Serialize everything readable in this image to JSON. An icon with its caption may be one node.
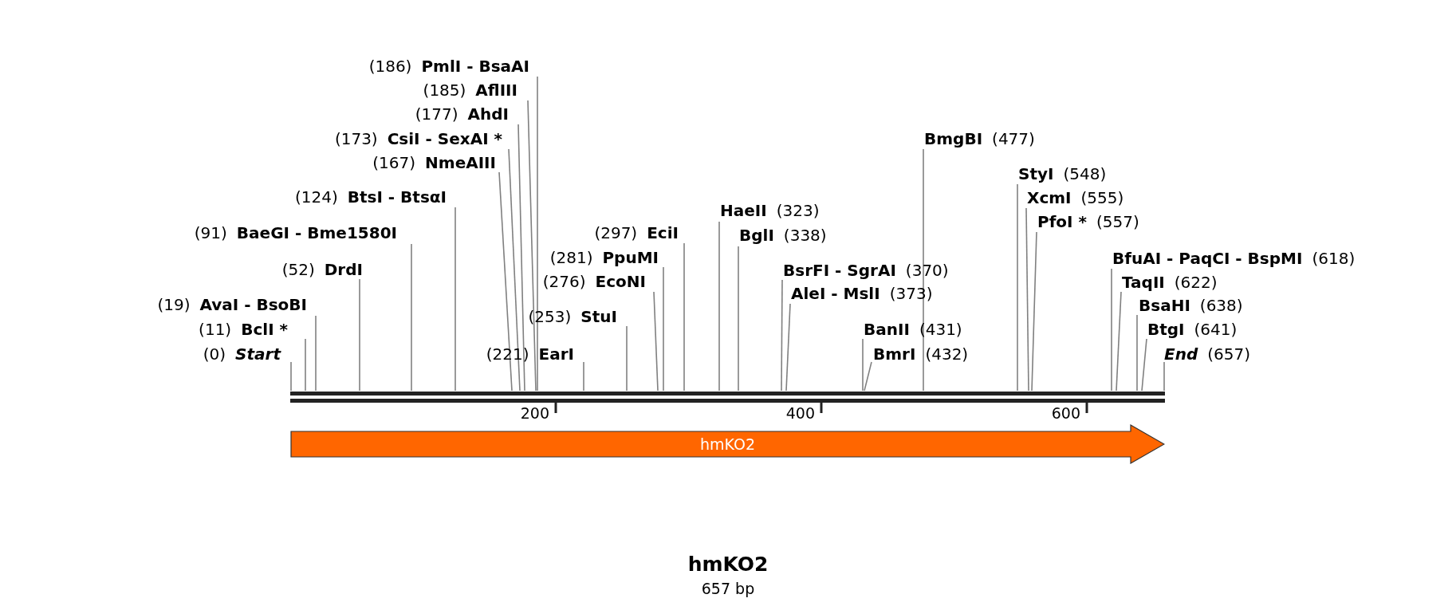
{
  "diagram": {
    "title": "hmKO2",
    "caption": "657 bp",
    "nodes": [
      {
        "text": [
          "(186)",
          "PmlI - BsaAI"
        ]
      },
      {
        "text": [
          "(185)",
          "AflIII"
        ]
      },
      {
        "text": [
          "(177)",
          "AhdI"
        ]
      },
      {
        "text": [
          "(173)",
          "CsiI - SexAI *"
        ]
      },
      {
        "text": [
          "(167)",
          "NmeAIII"
        ]
      },
      {
        "text": [
          "(124)",
          "BtsI - BtsαI"
        ]
      },
      {
        "text": [
          "(91)",
          "BaeGI - Bme1580I"
        ]
      },
      {
        "text": [
          "(52)",
          "DrdI"
        ]
      },
      {
        "text": [
          "(19)",
          "AvaI - BsoBI"
        ]
      },
      {
        "text": [
          "(11)",
          "BclI *"
        ]
      },
      {
        "text": [
          "(0)",
          "*Start*"
        ]
      },
      {
        "text": [
          "(297)",
          "EciI"
        ]
      },
      {
        "text": [
          "(281)",
          "PpuMI"
        ]
      },
      {
        "text": [
          "(276)",
          "EcoNI"
        ]
      },
      {
        "text": [
          "(253)",
          "StuI"
        ]
      },
      {
        "text": [
          "(221)",
          "EarI"
        ]
      },
      {
        "text": [
          "HaeII",
          "(323)"
        ]
      },
      {
        "text": [
          "BglI",
          "(338)"
        ]
      },
      {
        "text": [
          "BsrFI - SgrAI",
          "(370)"
        ]
      },
      {
        "text": [
          "AleI - MslI",
          "(373)"
        ]
      },
      {
        "text": [
          "BanII",
          "(431)"
        ]
      },
      {
        "text": [
          "BmrI",
          "(432)"
        ]
      },
      {
        "text": [
          "BmgBI",
          "(477)"
        ]
      },
      {
        "text": [
          "StyI",
          "(548)"
        ]
      },
      {
        "text": [
          "XcmI",
          "(555)"
        ]
      },
      {
        "text": [
          "PfoI *",
          "(557)"
        ]
      },
      {
        "text": [
          "BfuAI - PaqCI - BspMI",
          "(618)"
        ]
      },
      {
        "text": [
          "TaqII",
          "(622)"
        ]
      },
      {
        "text": [
          "BsaHI",
          "(638)"
        ]
      },
      {
        "text": [
          "BtgI",
          "(641)"
        ]
      },
      {
        "text": [
          "*End*",
          "(657)"
        ]
      },
      {
        "text": [],
        "shape": "bar"
      },
      {
        "text": [
          "hmKO2"
        ]
      }
    ],
    "edges": [
      {
        "from": 0,
        "to": 31,
        "arrow": "none"
      },
      {
        "from": 1,
        "to": 31,
        "arrow": "none"
      },
      {
        "from": 2,
        "to": 31,
        "arrow": "none"
      },
      {
        "from": 3,
        "to": 31,
        "arrow": "none"
      },
      {
        "from": 4,
        "to": 31,
        "arrow": "none"
      },
      {
        "from": 5,
        "to": 31,
        "arrow": "none"
      },
      {
        "from": 6,
        "to": 31,
        "arrow": "none"
      },
      {
        "from": 7,
        "to": 31,
        "arrow": "none"
      },
      {
        "from": 8,
        "to": 31,
        "arrow": "none"
      },
      {
        "from": 9,
        "to": 31,
        "arrow": "none"
      },
      {
        "from": 10,
        "to": 31,
        "arrow": "none"
      },
      {
        "from": 11,
        "to": 31,
        "arrow": "none"
      },
      {
        "from": 12,
        "to": 31,
        "arrow": "none"
      },
      {
        "from": 13,
        "to": 31,
        "arrow": "none"
      },
      {
        "from": 14,
        "to": 31,
        "arrow": "none"
      },
      {
        "from": 15,
        "to": 31,
        "arrow": "none"
      },
      {
        "from": 16,
        "to": 31,
        "arrow": "none"
      },
      {
        "from": 17,
        "to": 31,
        "arrow": "none"
      },
      {
        "from": 18,
        "to": 31,
        "arrow": "none"
      },
      {
        "from": 19,
        "to": 31,
        "arrow": "none"
      },
      {
        "from": 20,
        "to": 31,
        "arrow": "none"
      },
      {
        "from": 21,
        "to": 31,
        "arrow": "none"
      },
      {
        "from": 22,
        "to": 31,
        "arrow": "none"
      },
      {
        "from": 23,
        "to": 31,
        "arrow": "none"
      },
      {
        "from": 24,
        "to": 31,
        "arrow": "none"
      },
      {
        "from": 25,
        "to": 31,
        "arrow": "none"
      },
      {
        "from": 26,
        "to": 31,
        "arrow": "none"
      },
      {
        "from": 27,
        "to": 31,
        "arrow": "none"
      },
      {
        "from": 28,
        "to": 31,
        "arrow": "none"
      },
      {
        "from": 29,
        "to": 31,
        "arrow": "none"
      },
      {
        "from": 30,
        "to": 31,
        "arrow": "none"
      }
    ],
    "labels": [
      "200",
      "400",
      "600"
    ]
  }
}
